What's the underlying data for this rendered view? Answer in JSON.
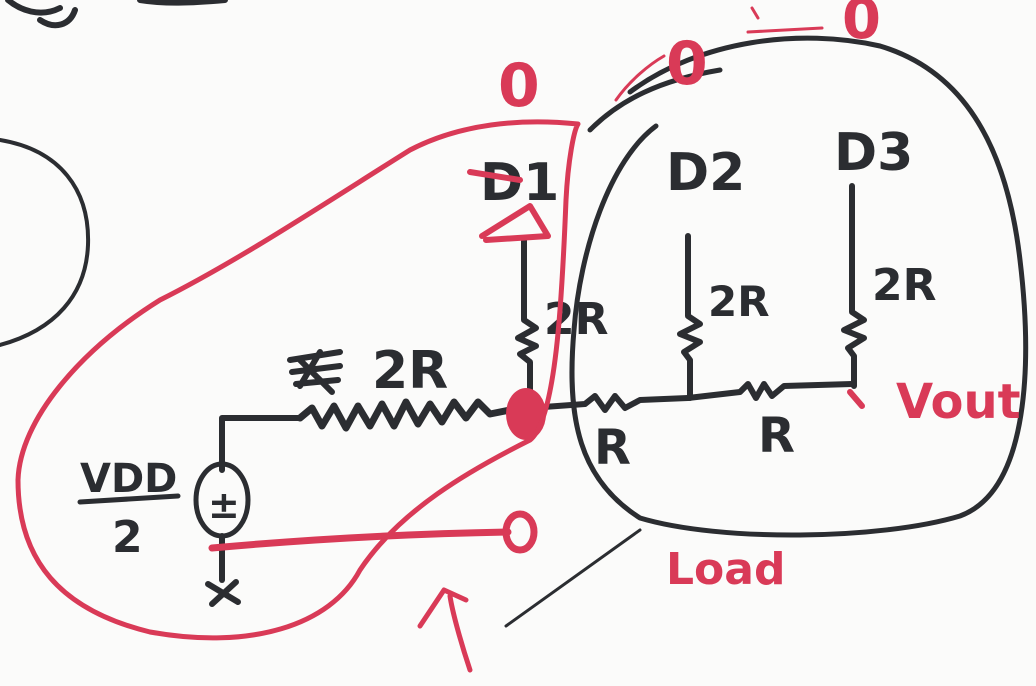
{
  "labels": {
    "source_label_top": "VDD",
    "source_label_bottom": "2",
    "source_symbol": "±",
    "series_resistor": "2R",
    "rung_resistor_1": "R",
    "rung_resistor_2": "R",
    "branch_resistor_1": "2R",
    "branch_resistor_2": "2R",
    "branch_resistor_3": "2R",
    "input_d1": "D1",
    "input_d2": "D2",
    "input_d3": "D3",
    "output_label": "Vout",
    "load_label": "Load",
    "zero_1": "0",
    "zero_2": "0",
    "zero_3": "0",
    "zero_4": "0"
  },
  "colors": {
    "black_ink": "#2b2d31",
    "red_ink": "#d93a57",
    "paper": "#fbfbfa"
  }
}
